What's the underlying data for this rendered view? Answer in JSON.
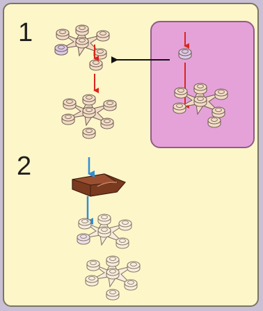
{
  "instructions": {
    "steps": [
      {
        "number": "1"
      },
      {
        "number": "2"
      }
    ]
  },
  "colors": {
    "panel_bg": "#fdf6c9",
    "callout_bg": "#e5a2d9",
    "tan_brick": "#f3dcc6",
    "lavender_brick": "#dcc8e6",
    "brown_brick": "#7a3a1f",
    "arrow_red": "#d9251c",
    "arrow_blue": "#2f8fd0"
  },
  "icons": [
    "plant-leaf-piece",
    "round-plate",
    "slope-brick",
    "step-arrow"
  ]
}
